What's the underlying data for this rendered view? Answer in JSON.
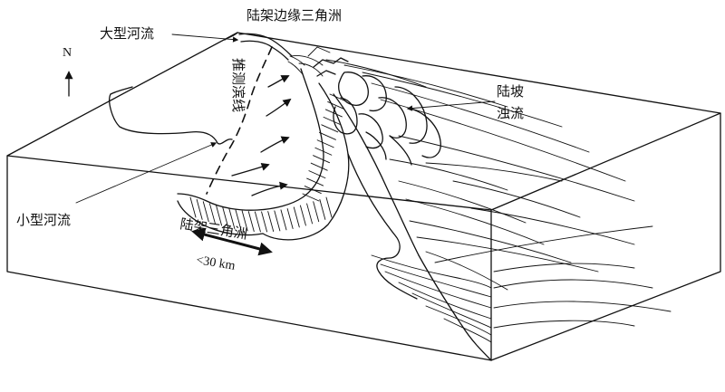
{
  "labels": {
    "large_river": "大型河流",
    "shelf_margin_delta": "陆架边缘三角洲",
    "inferred_shoreline": "推测滨线",
    "slope_turbidite": [
      "陆坡",
      "浊流"
    ],
    "small_river": "小型河流",
    "shelf_delta": "陆架三角洲",
    "scale": "<30 km",
    "north": "N"
  }
}
